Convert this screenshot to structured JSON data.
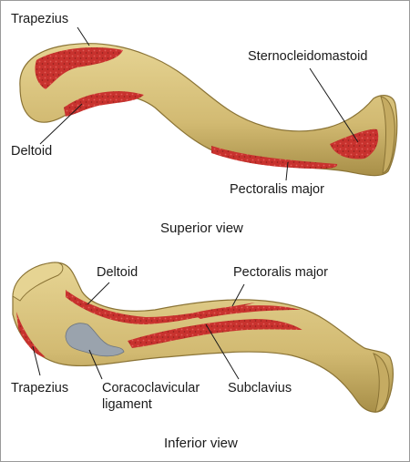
{
  "superior": {
    "caption": "Superior view",
    "labels": {
      "trapezius": "Trapezius",
      "sternocleidomastoid": "Sternocleidomastoid",
      "deltoid": "Deltoid",
      "pectoralis_major": "Pectoralis major"
    }
  },
  "inferior": {
    "caption": "Inferior view",
    "labels": {
      "deltoid": "Deltoid",
      "pectoralis_major": "Pectoralis major",
      "trapezius": "Trapezius",
      "coracoclavicular_line1": "Coracoclavicular",
      "coracoclavicular_line2": "ligament",
      "subclavius": "Subclavius"
    }
  },
  "colors": {
    "bone": "#d8c27a",
    "bone_shadow": "#a88f48",
    "muscle": "#c8322e",
    "ligament": "#9aa3ad"
  }
}
